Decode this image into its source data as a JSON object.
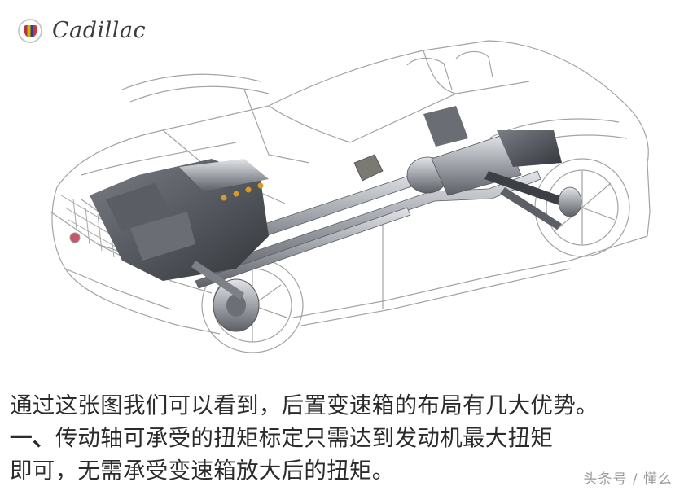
{
  "logo": {
    "brand_name": "Cadillac",
    "icon": "cadillac-crest-icon"
  },
  "illustration": {
    "subject": "cutaway line drawing of a convertible roadster showing front engine, torque tube and rear-mounted transmission with rear suspension",
    "colors": {
      "outline": "#9a9a9a",
      "metal_dark": "#4a4d52",
      "metal_mid": "#8c9096",
      "metal_light": "#c9ccd1",
      "accent_orange": "#d89a2a"
    }
  },
  "caption": {
    "line1": "通过这张图我们可以看到，后置变速箱的布局有几大优势。",
    "line2_bold": "一、",
    "line2_rest": "传动轴可承受的扭矩标定只需达到发动机最大扭矩",
    "line3": "即可，无需承受变速箱放大后的扭矩。"
  },
  "watermark": {
    "text": "头条号 / 懂么"
  }
}
